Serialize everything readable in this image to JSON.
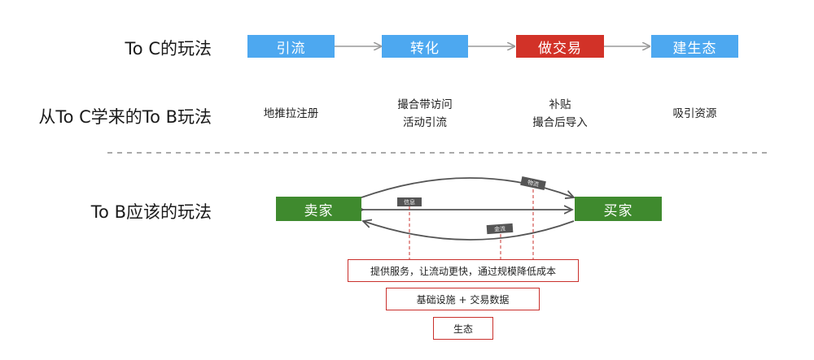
{
  "rows": {
    "toc_title": "To C的玩法",
    "tob_from_c_title": "从To C学来的To B玩法",
    "tob_title": "To B应该的玩法"
  },
  "toc_steps": [
    "引流",
    "转化",
    "做交易",
    "建生态"
  ],
  "tob_from_c": {
    "step1": "地推拉注册",
    "step2_line1": "撮合带访问",
    "step2_line2": "活动引流",
    "step3_line1": "补贴",
    "step3_line2": "撮合后导入",
    "step4": "吸引资源"
  },
  "tob": {
    "seller": "卖家",
    "buyer": "买家",
    "flow_logistics": "物流",
    "flow_info": "信息",
    "flow_money": "金流",
    "layer1": "提供服务，让流动更快，通过规模降低成本",
    "layer2": "基础设施 + 交易数据",
    "layer3": "生态"
  },
  "colors": {
    "blue": "#4da8f0",
    "red": "#d23228",
    "green": "#3f8a2e",
    "frame_red": "#c9302c"
  }
}
